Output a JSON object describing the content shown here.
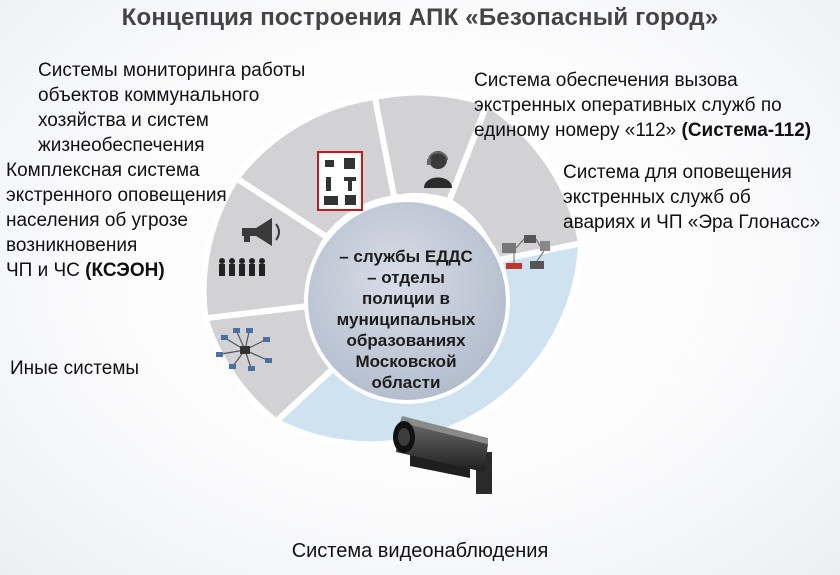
{
  "title": "Концепция построения АПК «Безопасный город»",
  "center": {
    "line1": "– службы ЕДДС",
    "line2": "– отделы",
    "line3": "полиции в",
    "line4": "муниципальных",
    "line5": "образованиях",
    "line6": "Московской",
    "line7": "области"
  },
  "labels": {
    "monitoring": {
      "line1": "Системы мониторинга работы",
      "line2": "объектов коммунального",
      "line3": "хозяйства  и систем",
      "line4": "жизнеобеспечения"
    },
    "sys112": {
      "line1": "Система обеспечения вызова",
      "line2": "экстренных оперативных служб по",
      "line3_pre": "единому номеру «112» ",
      "line3_bold": "(Система-112)"
    },
    "kseon": {
      "line1": "Комплексная система",
      "line2": "экстренного оповещения",
      "line3": "населения об угрозе",
      "line4": "возникновения",
      "line5_pre": "ЧП и ЧС ",
      "line5_bold": "(КСЭОН)"
    },
    "glonass": {
      "line1": "Система для оповещения",
      "line2": "экстренных служб об",
      "line3": "авариях и ЧП «Эра Глонасс»"
    },
    "other": {
      "line1": "Иные системы"
    },
    "video": {
      "line1": "Система видеонаблюдения"
    }
  },
  "colors": {
    "segment_grey": "#d2d2d4",
    "segment_video": "#cfe2ef",
    "center_circle": "#c6cfdc",
    "title_text": "#444444"
  }
}
